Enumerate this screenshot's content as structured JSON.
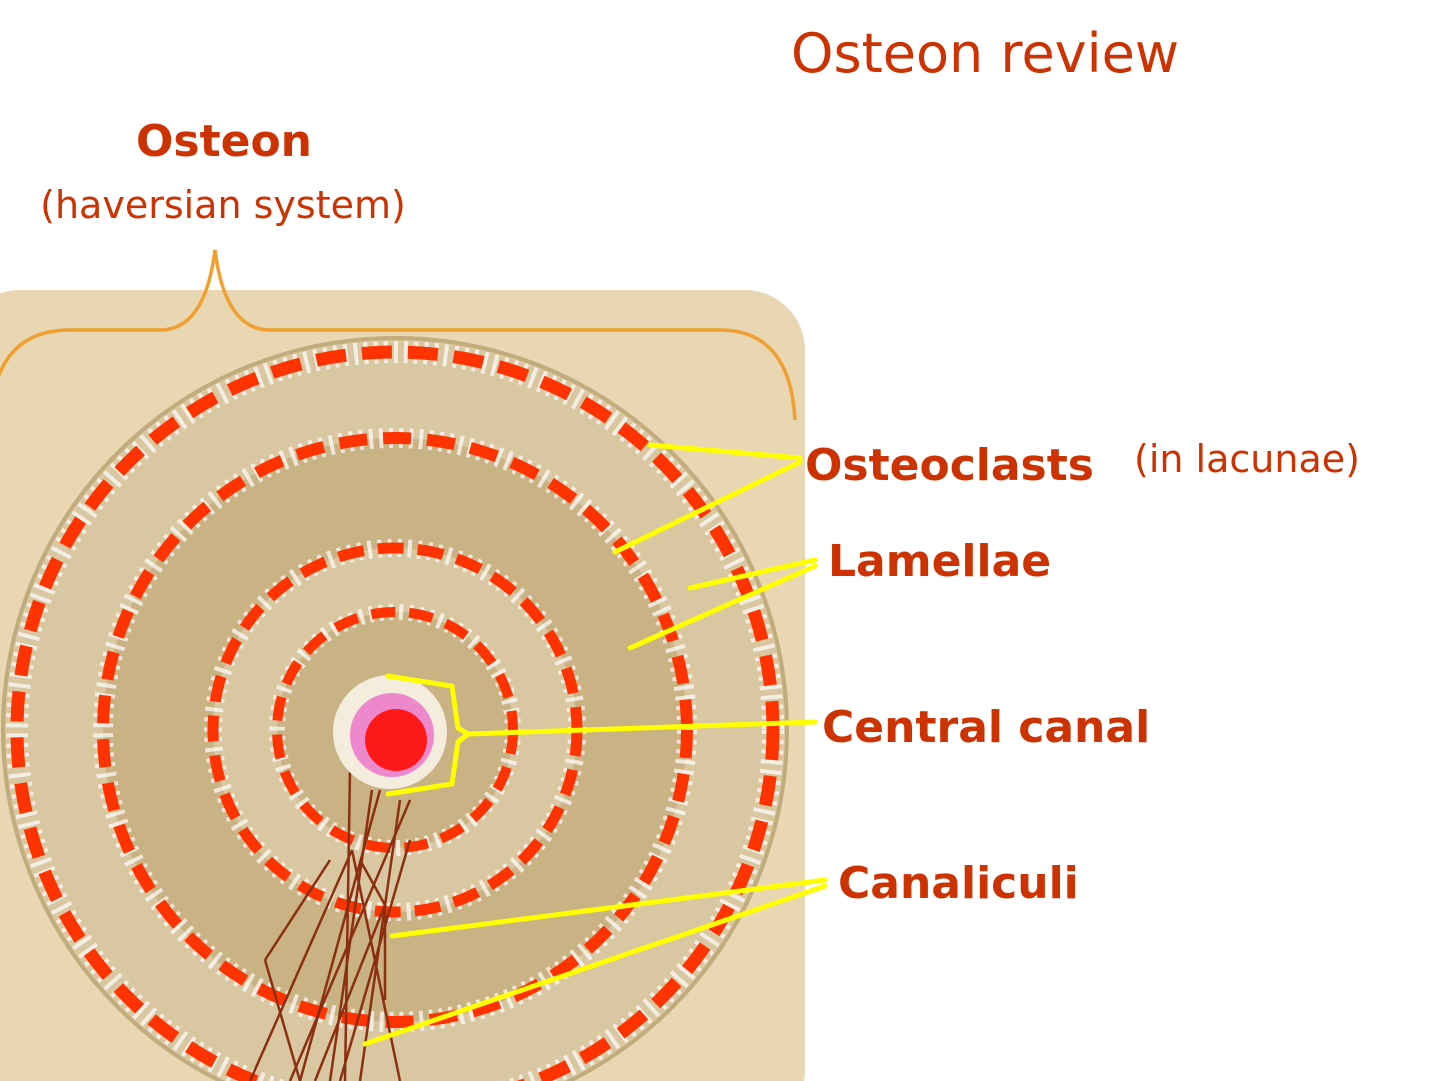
{
  "title": "Osteon review",
  "osteon": {
    "label": "Osteon",
    "sublabel": "(haversian system)"
  },
  "labels": {
    "osteoclasts": "Osteoclasts",
    "osteoclasts_note": "(in lacunae)",
    "lamellae": "Lamellae",
    "central_canal": "Central canal",
    "canaliculi": "Canaliculi"
  },
  "colors": {
    "text": "#cc3300",
    "leader": "#ffff00",
    "dash": "#ff3300",
    "bone_outer": "#e8d7b2",
    "ring_light": "#d8c7a0",
    "ring_dark": "#c9b284",
    "brace": "#f0a030",
    "canaliculi": "#8b2f10",
    "canal_red": "#ff1a1a",
    "canal_pink": "#ee88cc",
    "canal_halo": "#f4ecdc"
  }
}
